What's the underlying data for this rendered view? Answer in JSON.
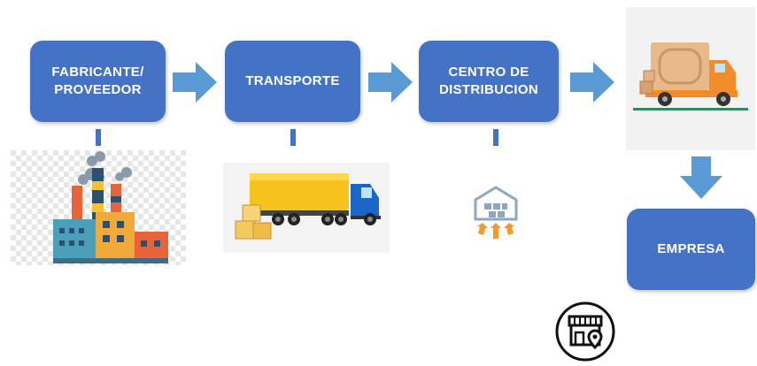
{
  "boxes": {
    "fabricante": "FABRICANTE/\nPROVEEDOR",
    "transporte": "TRANSPORTE",
    "centro": "CENTRO DE\nDISTRIBUCION",
    "empresa": "EMPRESA"
  },
  "colors": {
    "box": "#4472c4",
    "arrow": "#5b9bd5"
  },
  "icons": [
    "factory-icon",
    "truck-icon",
    "warehouse-icon",
    "delivery-truck-icon",
    "store-location-icon"
  ]
}
